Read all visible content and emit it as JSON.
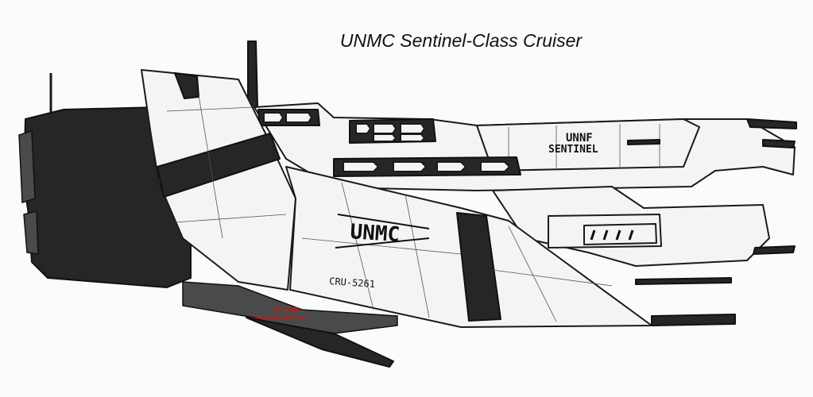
{
  "title": "UNMC Sentinel-Class Cruiser",
  "markings": {
    "upper_hull_line1": "UNNF",
    "upper_hull_line2": "SENTINEL",
    "wing_label": "UNMC",
    "registry": "CRU-5261"
  },
  "watermark": {
    "line1": "© a.t.p.",
    "line2": "unmc.deviantart.com"
  },
  "colors": {
    "ink": "#1a1a1a",
    "paper": "#fbfbf9",
    "shading": "#262626",
    "watermark": "#dd1111"
  }
}
